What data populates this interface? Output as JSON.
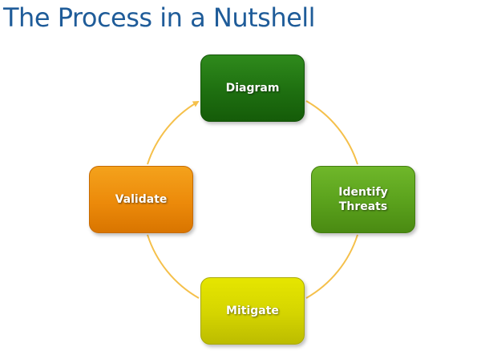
{
  "slide": {
    "title": "The Process in a Nutshell"
  },
  "cycle": {
    "connector_color": "#f5c04a",
    "nodes": [
      {
        "id": "diagram",
        "label": "Diagram",
        "color": "#1e6f10"
      },
      {
        "id": "identify-threats",
        "label": "Identify\nThreats",
        "color": "#5aa11c"
      },
      {
        "id": "mitigate",
        "label": "Mitigate",
        "color": "#d4d400"
      },
      {
        "id": "validate",
        "label": "Validate",
        "color": "#ec8a0a"
      }
    ]
  }
}
